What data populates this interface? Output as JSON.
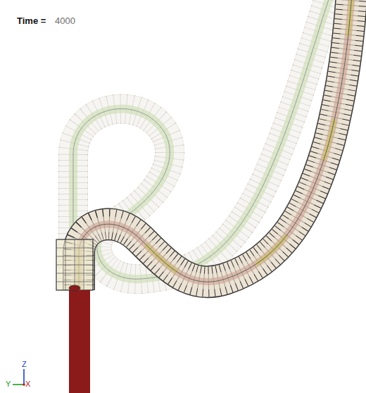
{
  "diagram": {
    "labels": [
      "Time =",
      "4000",
      "Z",
      "Y",
      "X"
    ]
  }
}
